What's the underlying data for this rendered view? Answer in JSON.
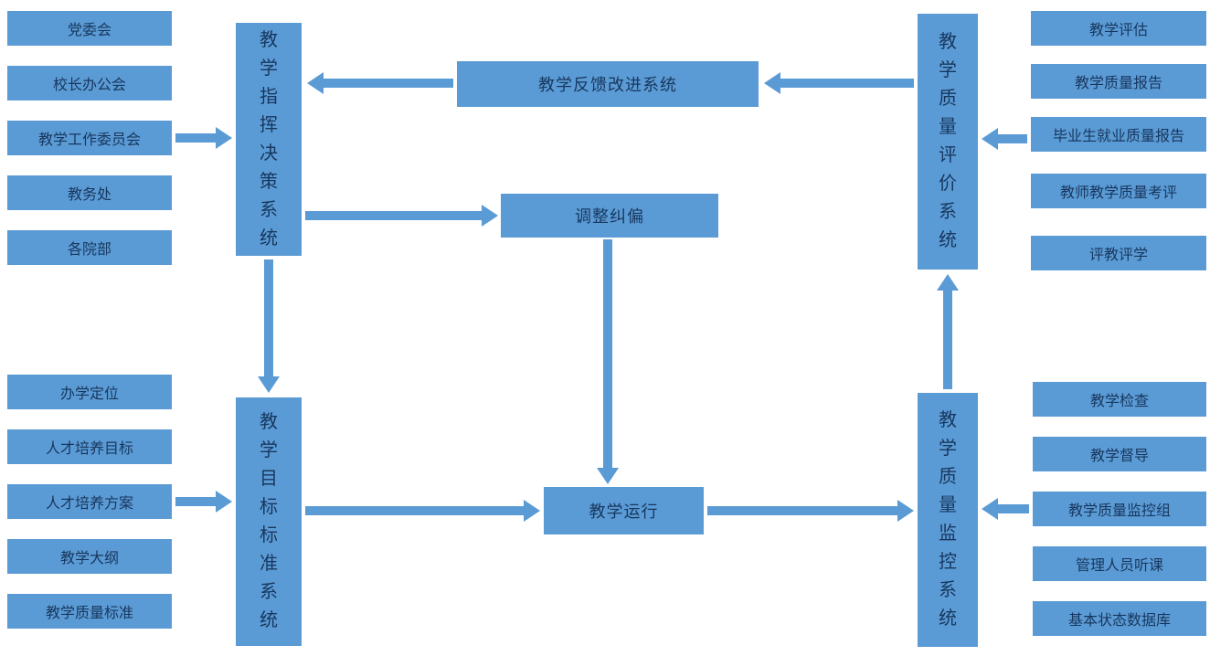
{
  "diagram": {
    "colors": {
      "box": "#5B9BD5",
      "text": "#17375E"
    },
    "left_top_items": [
      "党委会",
      "校长办公会",
      "教学工作委员会",
      "教务处",
      "各院部"
    ],
    "left_bottom_items": [
      "办学定位",
      "人才培养目标",
      "人才培养方案",
      "教学大纲",
      "教学质量标准"
    ],
    "right_top_items": [
      "教学评估",
      "教学质量报告",
      "毕业生就业质量报告",
      "教师教学质量考评",
      "评教评学"
    ],
    "right_bottom_items": [
      "教学检查",
      "教学督导",
      "教学质量监控组",
      "管理人员听课",
      "基本状态数据库"
    ],
    "systems": {
      "command": "教学指挥决策系统",
      "feedback": "教学反馈改进系统",
      "evaluation": "教学质量评价系统",
      "adjust": "调整纠偏",
      "standards": "教学目标标准系统",
      "operation": "教学运行",
      "monitoring": "教学质量监控系统"
    },
    "connections": [
      {
        "from": "教学工作委员会",
        "to": "教学指挥决策系统"
      },
      {
        "from": "教学反馈改进系统",
        "to": "教学指挥决策系统"
      },
      {
        "from": "教学质量评价系统",
        "to": "教学反馈改进系统"
      },
      {
        "from": "毕业生就业质量报告",
        "to": "教学质量评价系统"
      },
      {
        "from": "教学指挥决策系统",
        "to": "调整纠偏"
      },
      {
        "from": "调整纠偏",
        "to": "教学运行"
      },
      {
        "from": "教学指挥决策系统",
        "to": "教学目标标准系统"
      },
      {
        "from": "人才培养方案",
        "to": "教学目标标准系统"
      },
      {
        "from": "教学目标标准系统",
        "to": "教学运行"
      },
      {
        "from": "教学运行",
        "to": "教学质量监控系统"
      },
      {
        "from": "教学质量监控组",
        "to": "教学质量监控系统"
      },
      {
        "from": "教学质量监控系统",
        "to": "教学质量评价系统"
      }
    ]
  }
}
